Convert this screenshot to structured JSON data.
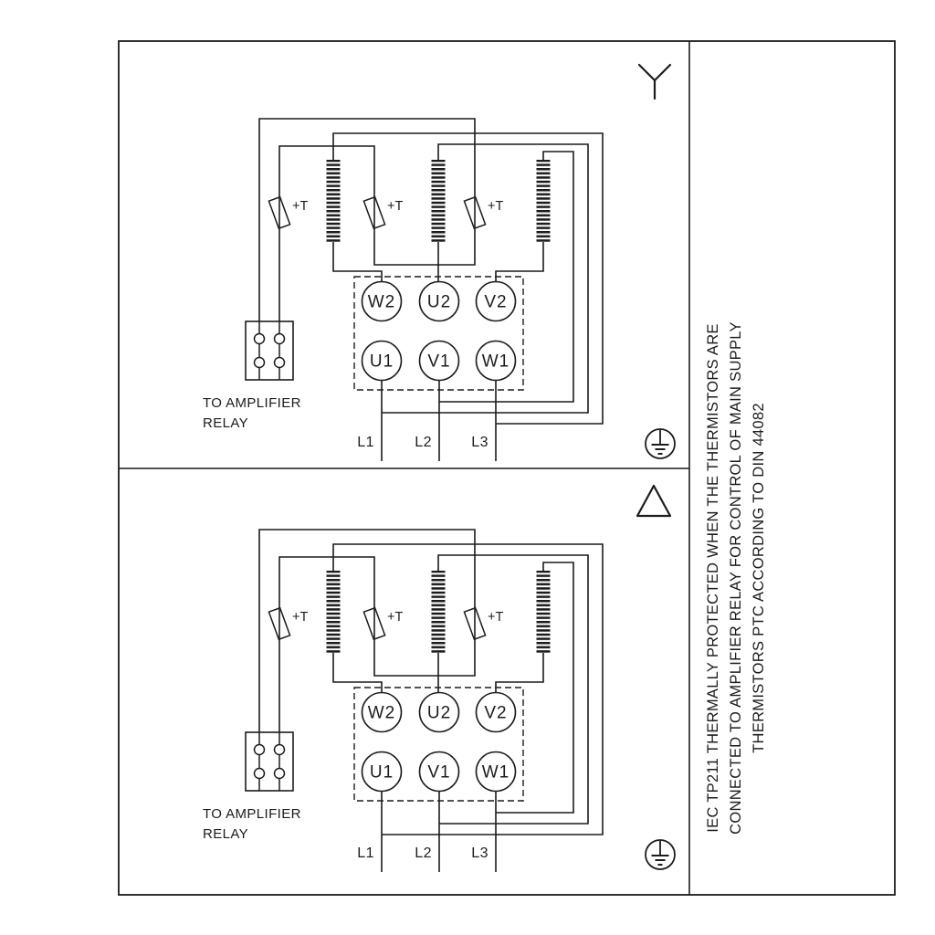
{
  "colors": {
    "background": "#ffffff",
    "ink": "#1c1c1c"
  },
  "side_note": {
    "lines": [
      "IEC TP211 THERMALLY PROTECTED WHEN THE THERMISTORS ARE",
      "CONNECTED TO AMPLIFIER RELAY FOR CONTROL OF MAIN SUPPLY",
      "THERMISTORS PTC ACCORDING TO DIN 44082"
    ]
  },
  "panels": [
    {
      "id": "star-connection",
      "connection_symbol": "star-icon",
      "ground_symbol": "earth-ground-icon",
      "terminals_top": [
        "W2",
        "U2",
        "V2"
      ],
      "terminals_bottom": [
        "U1",
        "V1",
        "W1"
      ],
      "supply_lines": [
        "L1",
        "L2",
        "L3"
      ],
      "thermistor_labels": [
        "+T",
        "+T",
        "+T"
      ],
      "relay_caption": [
        "TO AMPLIFIER",
        "RELAY"
      ]
    },
    {
      "id": "delta-connection",
      "connection_symbol": "delta-icon",
      "ground_symbol": "earth-ground-icon",
      "terminals_top": [
        "W2",
        "U2",
        "V2"
      ],
      "terminals_bottom": [
        "U1",
        "V1",
        "W1"
      ],
      "supply_lines": [
        "L1",
        "L2",
        "L3"
      ],
      "thermistor_labels": [
        "+T",
        "+T",
        "+T"
      ],
      "relay_caption": [
        "TO AMPLIFIER",
        "RELAY"
      ]
    }
  ]
}
